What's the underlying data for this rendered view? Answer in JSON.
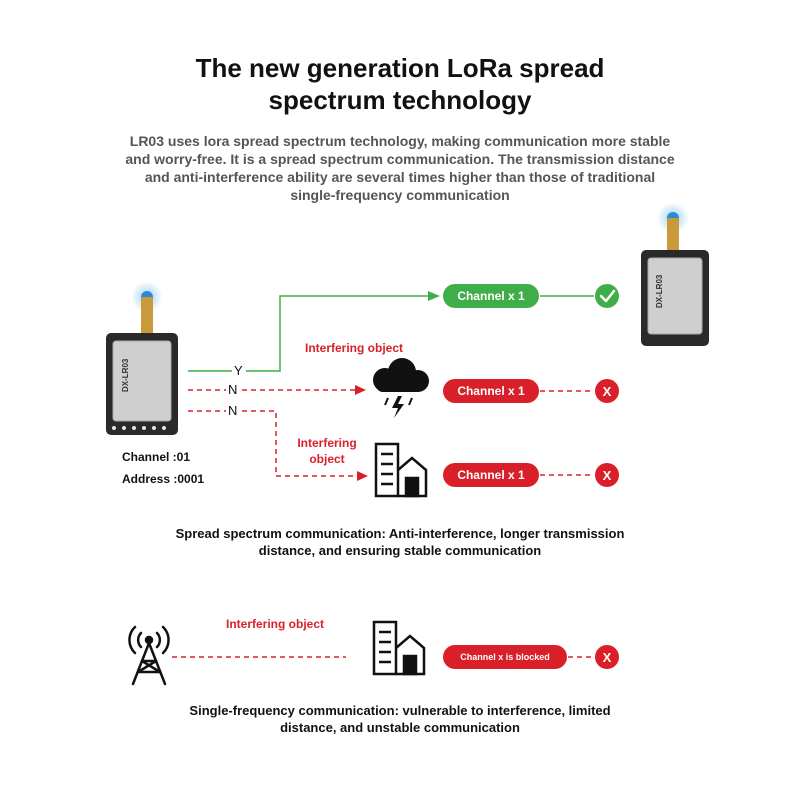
{
  "title": {
    "line1": "The new generation LoRa spread",
    "line2": "spectrum technology"
  },
  "intro": {
    "line1": "LR03 uses lora spread spectrum technology, making communication more stable",
    "line2": "and worry-free. It is a spread spectrum communication. The transmission distance",
    "line3": "and anti-interference ability are several times higher than those of traditional",
    "line4": "single-frequency communication"
  },
  "module": {
    "label": "DX-LR03",
    "colors": {
      "body": "#2a2a2a",
      "shield": "#c9c9c9",
      "antenna": "#c89a3a",
      "wave": "#2a8ad6"
    }
  },
  "transmitter": {
    "channel": "Channel :01",
    "address": "Address :0001"
  },
  "paths": {
    "y_label": "Y",
    "n_label_1": "N",
    "n_label_2": "N",
    "interfering_1": "Interfering object",
    "interfering_2_line1": "Interfering",
    "interfering_2_line2": "object",
    "channel_ok": "Channel x 1",
    "channel_bad_1": "Channel x 1",
    "channel_bad_2": "Channel x 1",
    "x_mark": "X",
    "colors": {
      "ok": "#3fae49",
      "bad": "#d9202a"
    },
    "icons": {
      "ok": "check-icon",
      "bad": "x-icon",
      "storm": "storm-cloud-icon",
      "building": "building-icon"
    }
  },
  "spread_caption": {
    "line1": "Spread spectrum communication: Anti-interference, longer transmission",
    "line2": "distance, and ensuring stable communication"
  },
  "single": {
    "interfering": "Interfering object",
    "blocked": "Channel x is blocked",
    "x_mark": "X",
    "icons": {
      "tower": "radio-tower-icon",
      "building": "building-icon"
    }
  },
  "single_caption": {
    "line1": "Single-frequency communication: vulnerable to interference, limited",
    "line2": "distance, and unstable communication"
  }
}
